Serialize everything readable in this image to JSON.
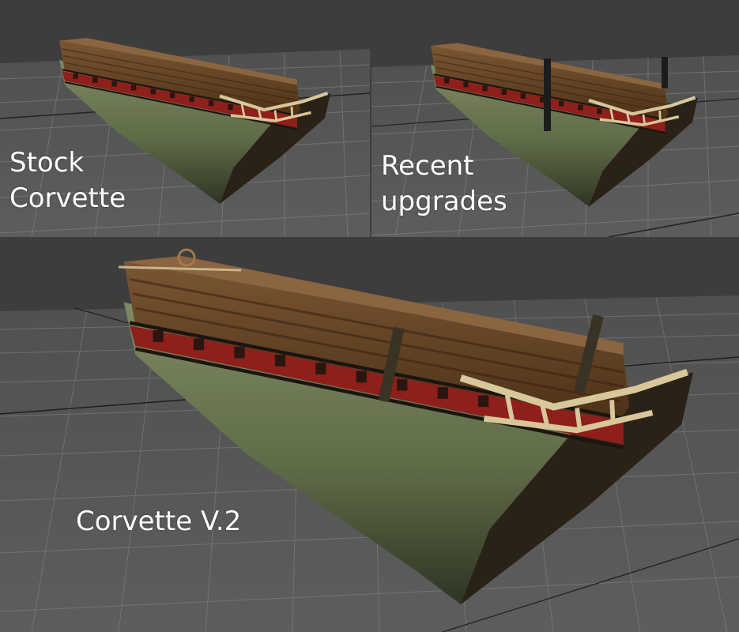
{
  "panels": [
    {
      "caption_lines": [
        "Stock",
        "Corvette"
      ],
      "variant": "stock"
    },
    {
      "caption_lines": [
        "Recent",
        "upgrades"
      ],
      "variant": "upgraded"
    },
    {
      "caption_lines": [
        "Corvette V.2"
      ],
      "variant": "v2"
    }
  ],
  "colors": {
    "background": "#3d3d3d",
    "floor": "#595959",
    "grid": "#8a8a8a",
    "hull_lower": "#5e6b47",
    "hull_wood": "#5a3c1f",
    "gun_stripe": "#8e1f1a",
    "rail_trim": "#d8c79a"
  }
}
